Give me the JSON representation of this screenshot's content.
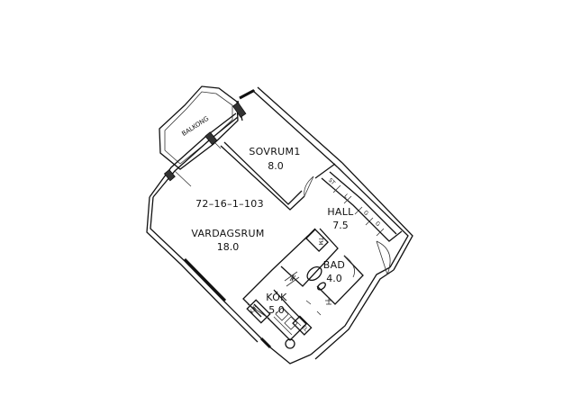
{
  "plan": {
    "unit_id": "72–16–1–103",
    "rooms": {
      "balkong": {
        "name": "BALKONG"
      },
      "sovrum": {
        "name": "SOVRUM1",
        "area": "8.0"
      },
      "vardagsrum": {
        "name": "VARDAGSRUM",
        "area": "18.0"
      },
      "hall": {
        "name": "HALL",
        "area": "7.5"
      },
      "bad": {
        "name": "BAD",
        "area": "4.0"
      },
      "kok": {
        "name": "KÖK",
        "area": "5.0"
      }
    },
    "fixtures": {
      "st": "ST",
      "l": "L",
      "g1": "G",
      "g2": "G",
      "tm": "TM",
      "kf": "K/F",
      "el": "EL"
    }
  }
}
